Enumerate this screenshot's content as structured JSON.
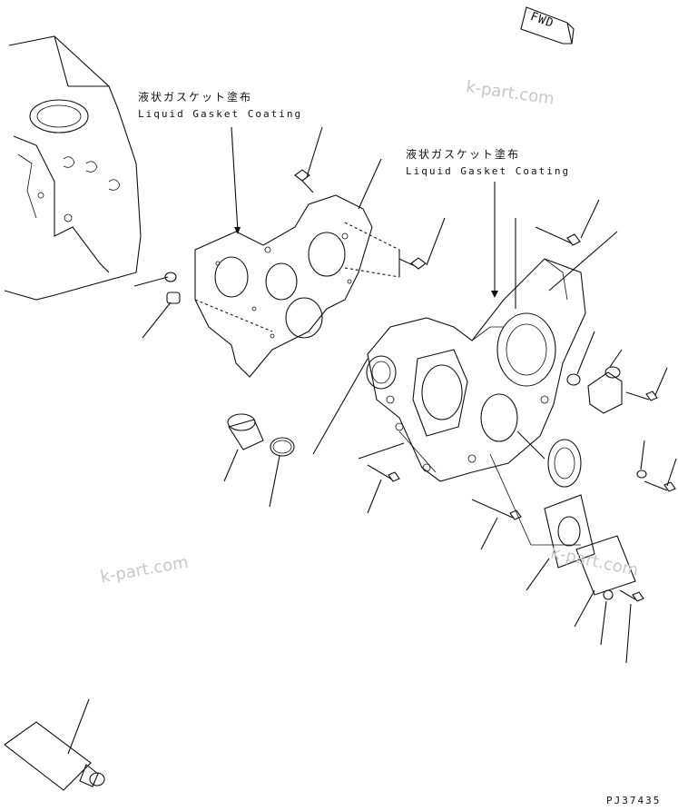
{
  "labels": {
    "gasket_left_jp": "液状ガスケット塗布",
    "gasket_left_en": "Liquid Gasket Coating",
    "gasket_right_jp": "液状ガスケット塗布",
    "gasket_right_en": "Liquid Gasket Coating",
    "fwd": "FWD",
    "drawing_number": "PJ37435"
  },
  "watermarks": [
    "k-part.com",
    "k-part.com",
    "k-part.com"
  ]
}
